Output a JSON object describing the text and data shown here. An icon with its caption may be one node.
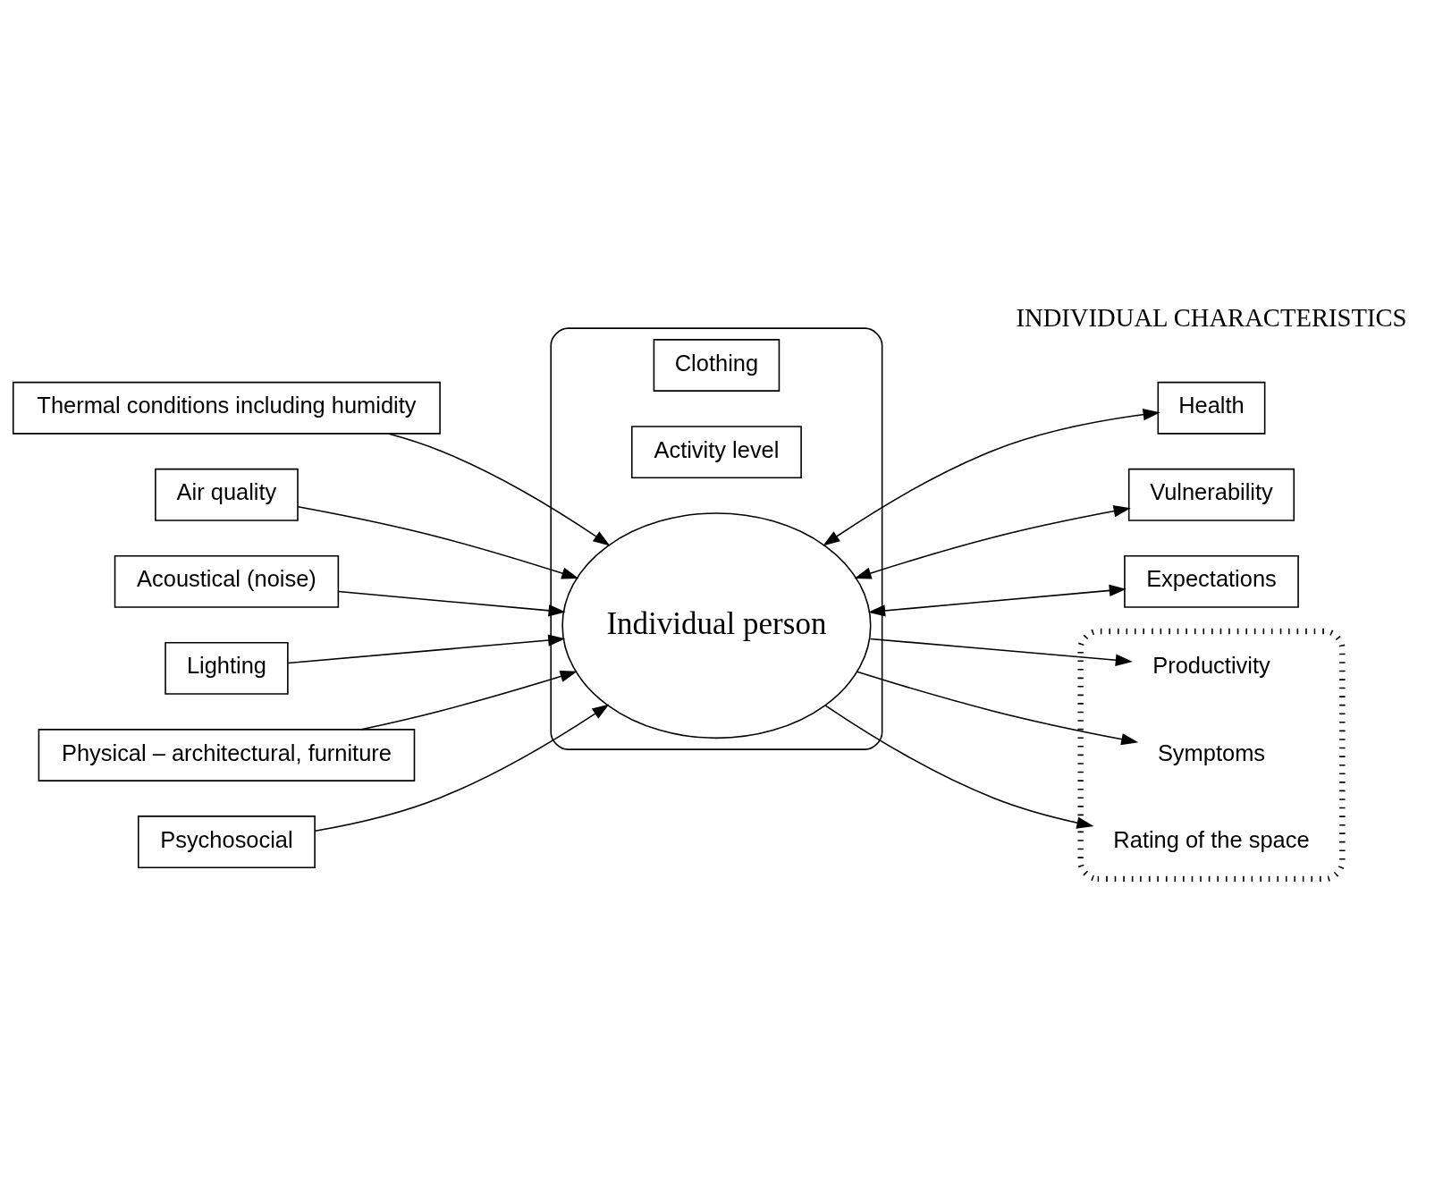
{
  "diagram": {
    "nodes": [
      {
        "text": [],
        "shape": "ellipse"
      },
      {
        "text": [
          "Clothing"
        ],
        "in": 0
      },
      {
        "text": [
          "Activity level"
        ],
        "in": 0
      },
      {
        "text": [
          "Individual person"
        ],
        "in": 0
      },
      {
        "text": [
          "Thermal conditions including humidity"
        ]
      },
      {
        "text": [
          "Air quality"
        ]
      },
      {
        "text": [
          "Acoustical (noise)"
        ]
      },
      {
        "text": [
          "Lighting"
        ]
      },
      {
        "text": [
          "Physical – architectural, furniture"
        ]
      },
      {
        "text": [
          "Psychosocial"
        ]
      },
      {
        "text": [
          "Health"
        ]
      },
      {
        "text": [
          "Vulnerability"
        ]
      },
      {
        "text": [
          "Expectations"
        ]
      },
      {
        "text": [],
        "shape": "ellipse"
      },
      {
        "text": [
          "Productivity"
        ],
        "in": 13
      },
      {
        "text": [
          "Symptoms"
        ],
        "in": 13
      },
      {
        "text": [
          "Rating of the space"
        ],
        "in": 13
      }
    ],
    "edges": [
      {
        "from": 4,
        "to": 3,
        "arrow": "to"
      },
      {
        "from": 5,
        "to": 3,
        "arrow": "to"
      },
      {
        "from": 6,
        "to": 3,
        "arrow": "to"
      },
      {
        "from": 7,
        "to": 3,
        "arrow": "to"
      },
      {
        "from": 8,
        "to": 3,
        "arrow": "to"
      },
      {
        "from": 9,
        "to": 3,
        "arrow": "to"
      },
      {
        "from": 3,
        "to": 10,
        "arrow": "both"
      },
      {
        "from": 3,
        "to": 11,
        "arrow": "both"
      },
      {
        "from": 3,
        "to": 12,
        "arrow": "both"
      },
      {
        "from": 3,
        "to": 15,
        "arrow": "to"
      },
      {
        "from": 3,
        "to": 14,
        "arrow": "to"
      },
      {
        "from": 3,
        "to": 16,
        "arrow": "to"
      }
    ],
    "labels": [
      "INDIVIDUAL CHARACTERISTICS"
    ]
  }
}
